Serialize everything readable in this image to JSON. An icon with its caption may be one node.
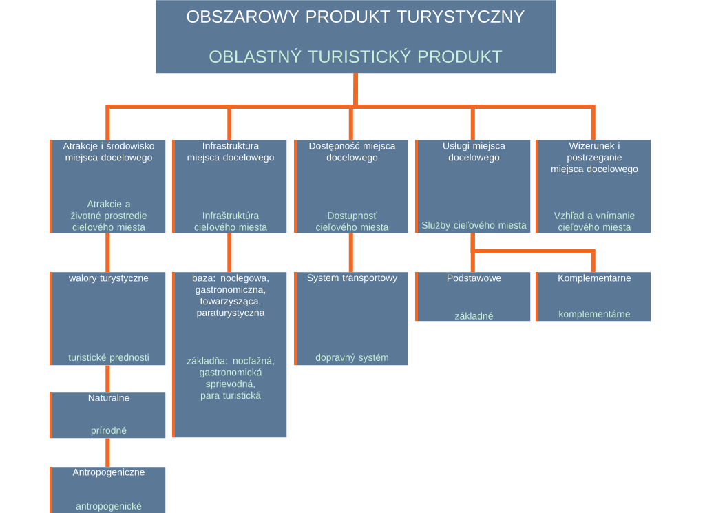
{
  "diagram": {
    "nodes": [
      {
        "text": [
          "OBSZAROWY PRODUKT TURYSTYCZNY",
          "OBLASTNÝ TURISTICKÝ PRODUKT"
        ]
      },
      {
        "text": [
          "Atrakcje i środowisko miejsca docelowego",
          "Atrakcie a životné prostredie cieľového miesta"
        ]
      },
      {
        "text": [
          "Infrastruktura miejsca docelowego",
          "Infraštruktúra cieľového miesta"
        ]
      },
      {
        "text": [
          "Dostępność miejsca docelowego",
          "Dostupnosť cieľového miesta"
        ]
      },
      {
        "text": [
          "Usługi miejsca docelowego",
          "Služby cieľového miesta"
        ]
      },
      {
        "text": [
          "Wizerunek i postrzeganie miejsca docelowego",
          "Vzhľad a vnímanie cieľového miesta"
        ]
      },
      {
        "text": [
          "walory turystyczne",
          "turistické prednosti"
        ]
      },
      {
        "text": [
          "baza: noclegowa, gastronomiczna, towarzysząca, paraturystyczna",
          "základňa: nocľažná, gastronomická sprievodná, para turistická"
        ]
      },
      {
        "text": [
          "System transportowy",
          "dopravný systém"
        ]
      },
      {
        "text": [
          "Podstawowe",
          "základné"
        ]
      },
      {
        "text": [
          "Komplementarne",
          "komplementárne"
        ]
      },
      {
        "text": [
          "Naturalne",
          "prírodné"
        ]
      },
      {
        "text": [
          "Antropogeniczne",
          "antropogenické"
        ]
      }
    ],
    "edges": [
      {
        "from": 0,
        "to": 1,
        "arrow": "none"
      },
      {
        "from": 0,
        "to": 2,
        "arrow": "none"
      },
      {
        "from": 0,
        "to": 3,
        "arrow": "none"
      },
      {
        "from": 0,
        "to": 4,
        "arrow": "none"
      },
      {
        "from": 0,
        "to": 5,
        "arrow": "none"
      },
      {
        "from": 1,
        "to": 6,
        "arrow": "none"
      },
      {
        "from": 2,
        "to": 7,
        "arrow": "none"
      },
      {
        "from": 3,
        "to": 8,
        "arrow": "none"
      },
      {
        "from": 4,
        "to": 9,
        "arrow": "none"
      },
      {
        "from": 4,
        "to": 10,
        "arrow": "none"
      },
      {
        "from": 6,
        "to": 11,
        "arrow": "none"
      },
      {
        "from": 11,
        "to": 12,
        "arrow": "none"
      }
    ]
  }
}
